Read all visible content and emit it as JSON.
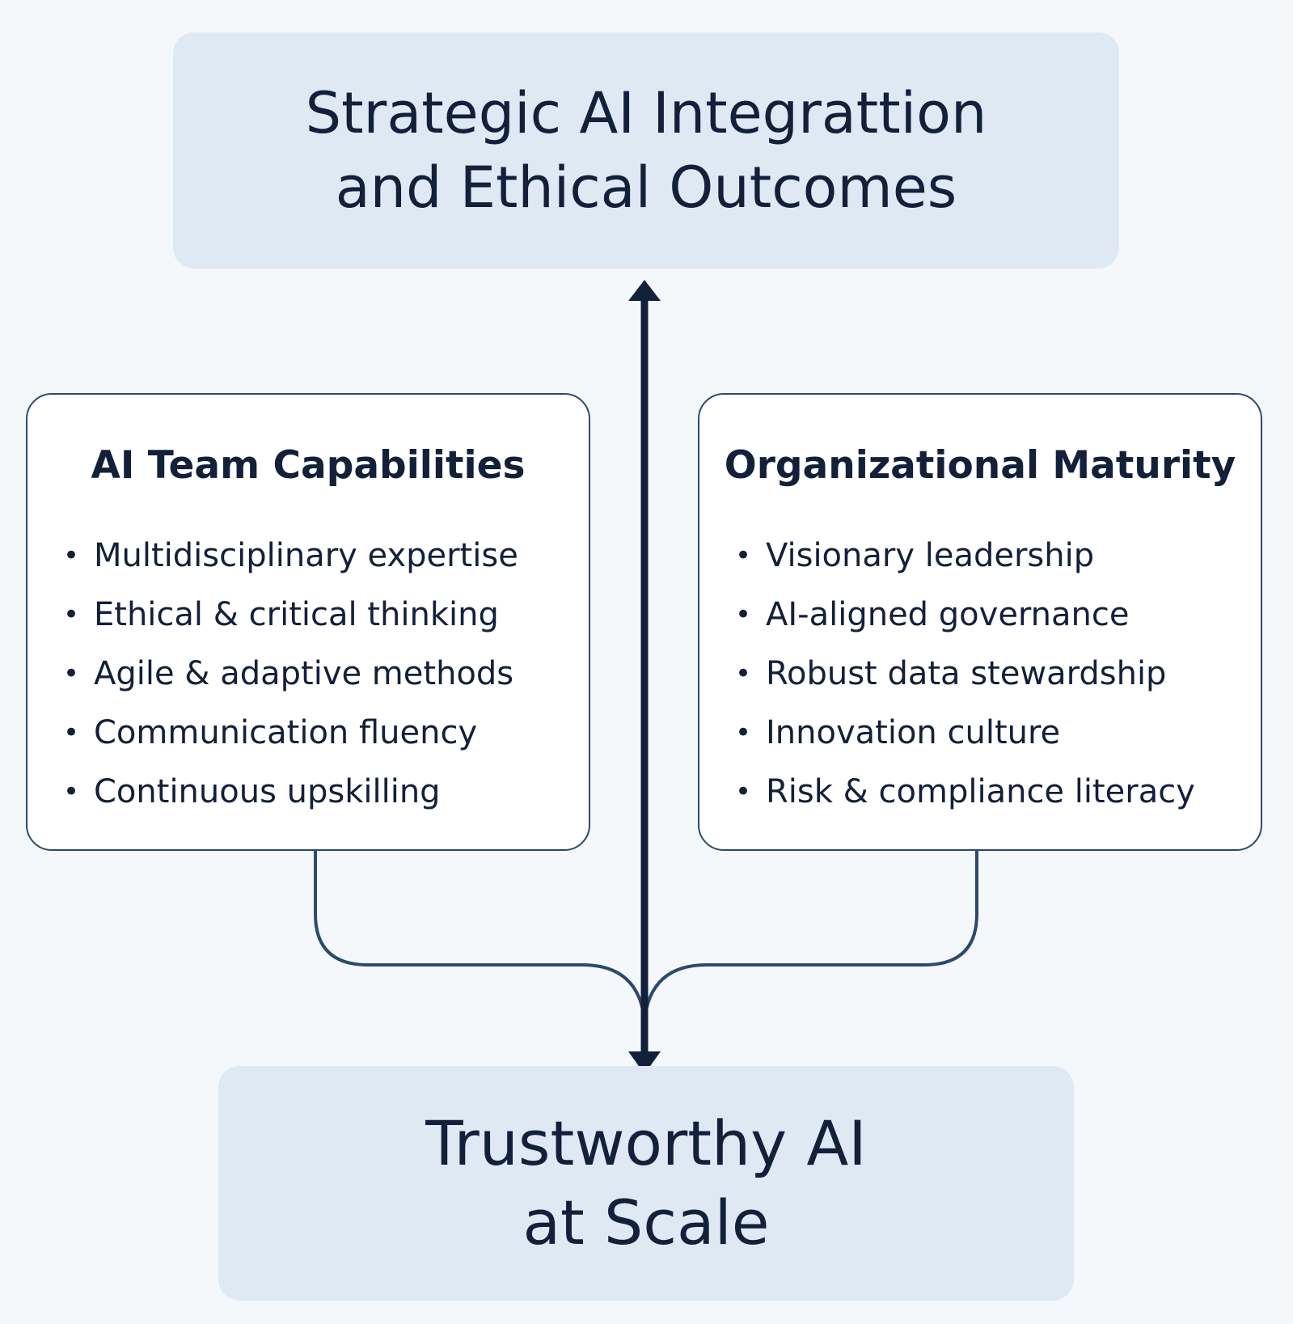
{
  "top_box": {
    "line1": "Strategic AI Integrattion",
    "line2": "and Ethical Outcomes"
  },
  "left_panel": {
    "title": "AI Team Capabilities",
    "items": [
      "Multidisciplinary expertise",
      "Ethical & critical thinking",
      "Agile & adaptive methods",
      "Communication fluency",
      "Continuous upskilling"
    ]
  },
  "right_panel": {
    "title": "Organizational Maturity",
    "items": [
      "Visionary leadership",
      "AI-aligned governance",
      "Robust data stewardship",
      "Innovation culture",
      "Risk & compliance literacy"
    ]
  },
  "bottom_box": {
    "line1": "Trustworthy AI",
    "line2": "at Scale"
  },
  "colors": {
    "box_fill": "#dfe9f4",
    "line": "#13203a",
    "panel_border": "#2c4a6c"
  }
}
